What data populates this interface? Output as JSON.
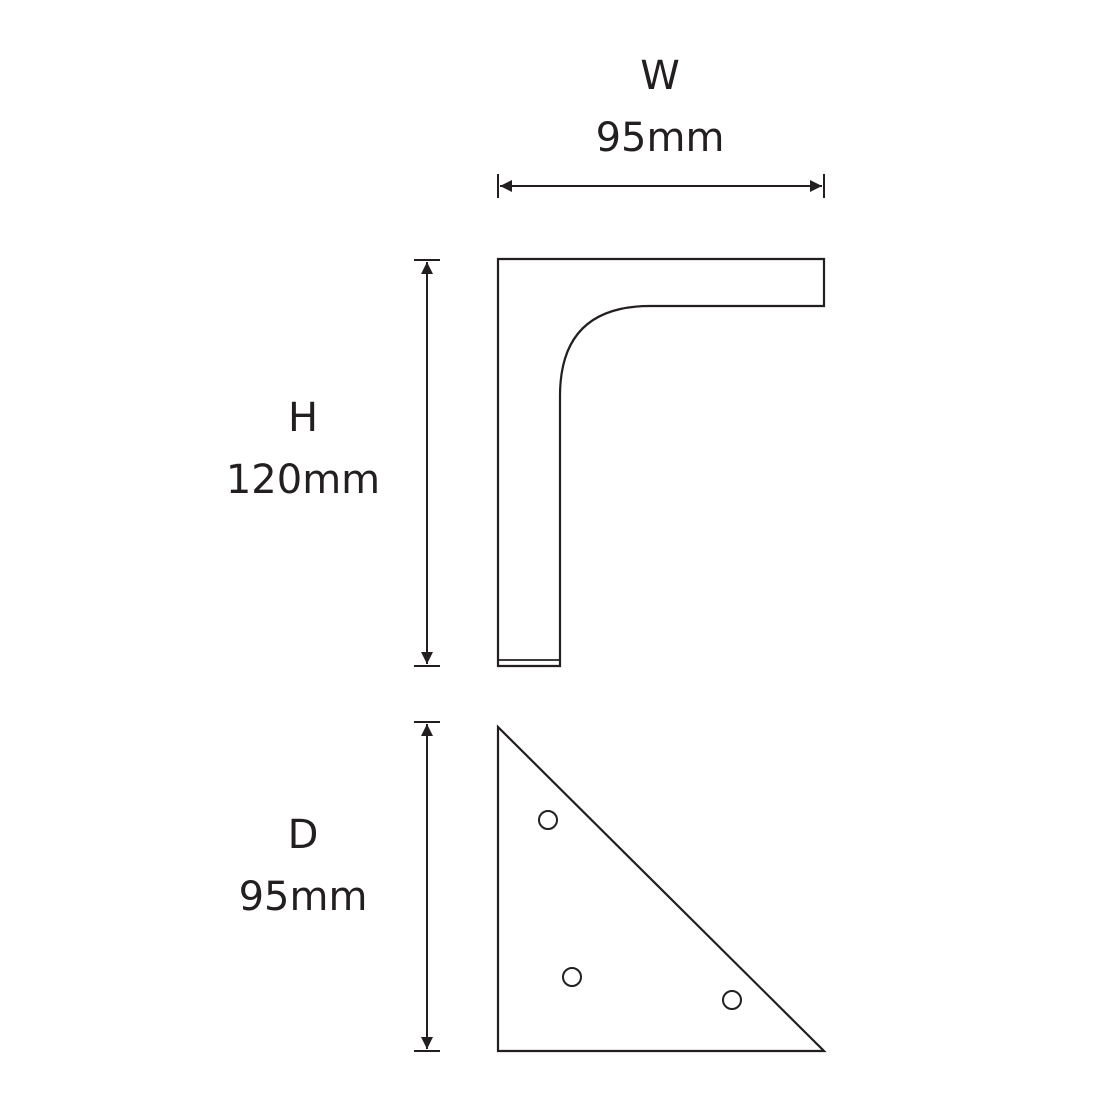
{
  "dimensions": {
    "width": {
      "letter": "W",
      "value": "95mm"
    },
    "height": {
      "letter": "H",
      "value": "120mm"
    },
    "depth": {
      "letter": "D",
      "value": "95mm"
    }
  },
  "colors": {
    "line": "#231f20",
    "background": "#ffffff"
  }
}
